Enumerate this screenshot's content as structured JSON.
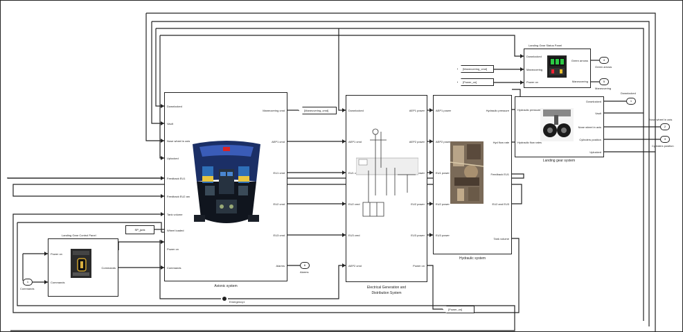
{
  "diagram": {
    "blocks": {
      "avionic": {
        "label": "Avionic system",
        "inputs": [
          "Downlocked",
          "Vault",
          "Nose wheel in axis",
          "Uplocked",
          "Feedback EU1",
          "Feedback EU2 and EU3",
          "Tank volume",
          "Wheel loaded",
          "Power on",
          "Commands"
        ],
        "outputs": [
          "Maneuvering cmd",
          "AEP1 cmd",
          "EU1 cmd",
          "EU2 cmd",
          "EU3 cmd",
          "Alarms"
        ]
      },
      "electrical": {
        "label_line1": "Electrical Generation and",
        "label_line2": "Distribution System",
        "inputs": [
          "Downlocked",
          "AEP1 cmd",
          "EU1 cmd",
          "EU2 cmd",
          "EU3 cmd",
          "AEP2 cmd"
        ],
        "outputs": [
          "AEP1 power",
          "AEP2 power",
          "EU1 power",
          "EU2 power",
          "EU3 power",
          "Power on"
        ]
      },
      "hydraulic": {
        "label": "Hydraulic system",
        "inputs": [
          "AEP1 power",
          "AEP2 power",
          "EU1 power",
          "EU2 power",
          "EU3 power"
        ],
        "outputs": [
          "Hydraulic pressure",
          "Hyd flow rate",
          "Feedback EU1",
          "EU2 and EU3",
          "Tank volume"
        ]
      },
      "landing_status": {
        "label": "Landing Gear Status Panel",
        "inputs": [
          "Downlocked",
          "Maneuvering",
          "Power on"
        ],
        "outputs": [
          "Green arrows",
          "Maneuvering"
        ]
      },
      "landing_gear": {
        "label": "Landing gear system",
        "inputs": [
          "Hydraulic pressure",
          "Hydraulic flow rates"
        ],
        "outputs": [
          "Downlocked",
          "Vault",
          "Nose wheel in axis",
          "Cylinders position",
          "Uplocked"
        ]
      },
      "control_panel": {
        "label": "Landing Gear Control Panel",
        "inputs": [
          "Power on",
          "Commands"
        ],
        "outputs": [
          "Commands"
        ]
      }
    },
    "goto_tags": {
      "maneuvering_cmd_out": "[Maneuvering_cmd]",
      "maneuvering_cmd_in": "[Maneuvering_cmd]",
      "power_on_in": "[Power_on]",
      "power_on_out": "[Power_on]",
      "sp_junk": "SP_junk"
    },
    "ports": {
      "green_arrows": {
        "num": "4",
        "label": "Green arrows"
      },
      "maneuvering": {
        "num": "5",
        "label": "Maneuvering"
      },
      "downlocked": {
        "num": "1",
        "label": "Downlocked"
      },
      "nose_wheel": {
        "num": "2",
        "label": "Nose wheel in axis"
      },
      "cylinders": {
        "num": "3",
        "label": "Cylinders position"
      },
      "alarms": {
        "num": "6",
        "label": "Alarms"
      },
      "commands": {
        "num": "1",
        "label": "Commands"
      }
    },
    "emergency_label": "Emergency1"
  }
}
